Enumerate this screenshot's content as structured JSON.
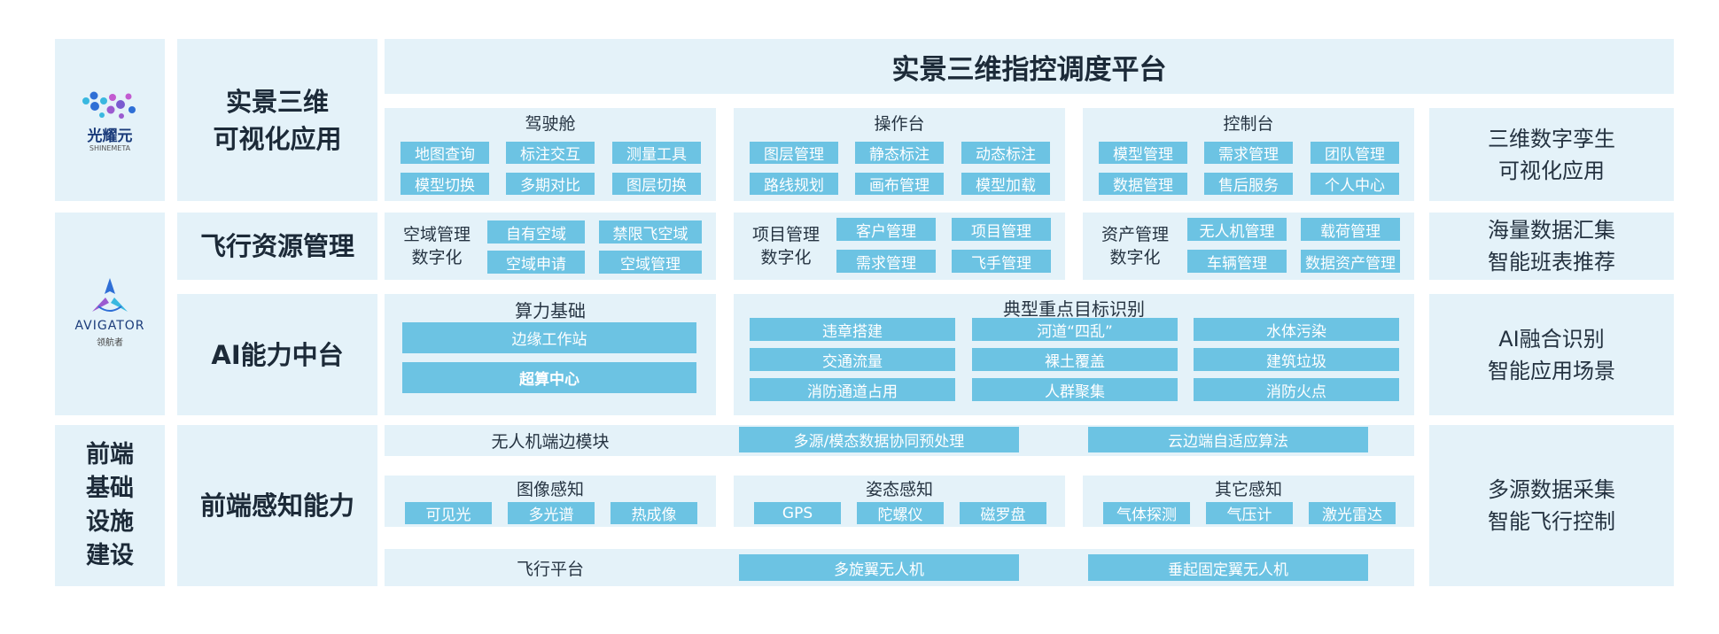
{
  "logos": {
    "top": {
      "name": "光耀元",
      "sub": "SHINEMETA"
    },
    "mid": {
      "name": "AVIGATOR",
      "sub": "领航者"
    }
  },
  "left_labels": {
    "frontend": [
      "前端",
      "基础",
      "设施",
      "建设"
    ]
  },
  "rows": {
    "r1": {
      "line1": "实景三维",
      "line2": "可视化应用"
    },
    "r2": {
      "label": "飞行资源管理"
    },
    "r3": {
      "label": "AI能力中台"
    },
    "r4": {
      "label": "前端感知能力"
    }
  },
  "platform_title": "实景三维指控调度平台",
  "viz": {
    "cockpit": {
      "title": "驾驶舱",
      "items": [
        "地图查询",
        "标注交互",
        "测量工具",
        "模型切换",
        "多期对比",
        "图层切换"
      ]
    },
    "console": {
      "title": "操作台",
      "items": [
        "图层管理",
        "静态标注",
        "动态标注",
        "路线规划",
        "画布管理",
        "模型加载"
      ]
    },
    "control": {
      "title": "控制台",
      "items": [
        "模型管理",
        "需求管理",
        "团队管理",
        "数据管理",
        "售后服务",
        "个人中心"
      ]
    }
  },
  "resources": {
    "airspace": {
      "line1": "空域管理",
      "line2": "数字化",
      "items": [
        "自有空域",
        "禁限飞空域",
        "空域申请",
        "空域管理"
      ]
    },
    "project": {
      "line1": "项目管理",
      "line2": "数字化",
      "items": [
        "客户管理",
        "项目管理",
        "需求管理",
        "飞手管理"
      ]
    },
    "asset": {
      "line1": "资产管理",
      "line2": "数字化",
      "items": [
        "无人机管理",
        "载荷管理",
        "车辆管理",
        "数据资产管理"
      ]
    }
  },
  "ai": {
    "compute": {
      "title": "算力基础",
      "items": [
        "边缘工作站",
        "超算中心"
      ]
    },
    "targets": {
      "title": "典型重点目标识别",
      "items": [
        "违章搭建",
        "河道“四乱”",
        "水体污染",
        "交通流量",
        "裸土覆盖",
        "建筑垃圾",
        "消防通道占用",
        "人群聚集",
        "消防火点"
      ]
    }
  },
  "frontend": {
    "edge": {
      "label": "无人机端边模块",
      "items": [
        "多源/模态数据协同预处理",
        "云边端自适应算法"
      ]
    },
    "image": {
      "title": "图像感知",
      "items": [
        "可见光",
        "多光谱",
        "热成像"
      ]
    },
    "pose": {
      "title": "姿态感知",
      "items": [
        "GPS",
        "陀螺仪",
        "磁罗盘"
      ]
    },
    "other": {
      "title": "其它感知",
      "items": [
        "气体探测",
        "气压计",
        "激光雷达"
      ]
    },
    "flight": {
      "label": "飞行平台",
      "items": [
        "多旋翼无人机",
        "垂起固定翼无人机"
      ]
    }
  },
  "right_labels": {
    "r1": {
      "line1": "三维数字孪生",
      "line2": "可视化应用"
    },
    "r2": {
      "line1": "海量数据汇集",
      "line2": "智能班表推荐"
    },
    "r3": {
      "line1": "AI融合识别",
      "line2": "智能应用场景"
    },
    "r4": {
      "line1": "多源数据采集",
      "line2": "智能飞行控制"
    }
  },
  "colors": {
    "panel_bg": "#e4f2f9",
    "chip_bg": "#6cc3e3",
    "logo_blue": "#2f6fd6",
    "logo_purple": "#9b5bd0",
    "logo_cyan": "#39b8e0"
  }
}
